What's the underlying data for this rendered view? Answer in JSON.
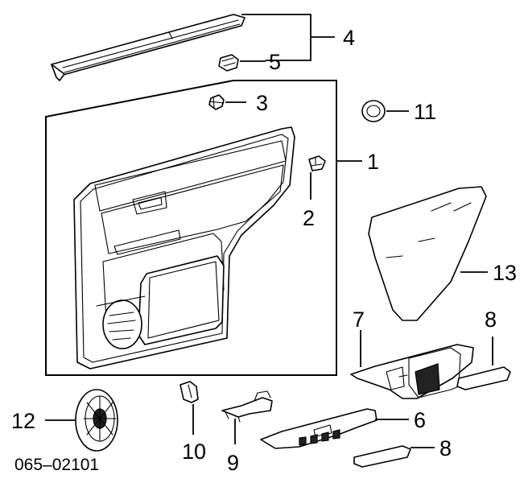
{
  "callouts": {
    "c1": "1",
    "c2": "2",
    "c3": "3",
    "c4": "4",
    "c5": "5",
    "c6": "6",
    "c7": "7",
    "c8a": "8",
    "c8b": "8",
    "c9": "9",
    "c10": "10",
    "c11": "11",
    "c12": "12",
    "c13": "13"
  },
  "diagram_code": "065–02101"
}
